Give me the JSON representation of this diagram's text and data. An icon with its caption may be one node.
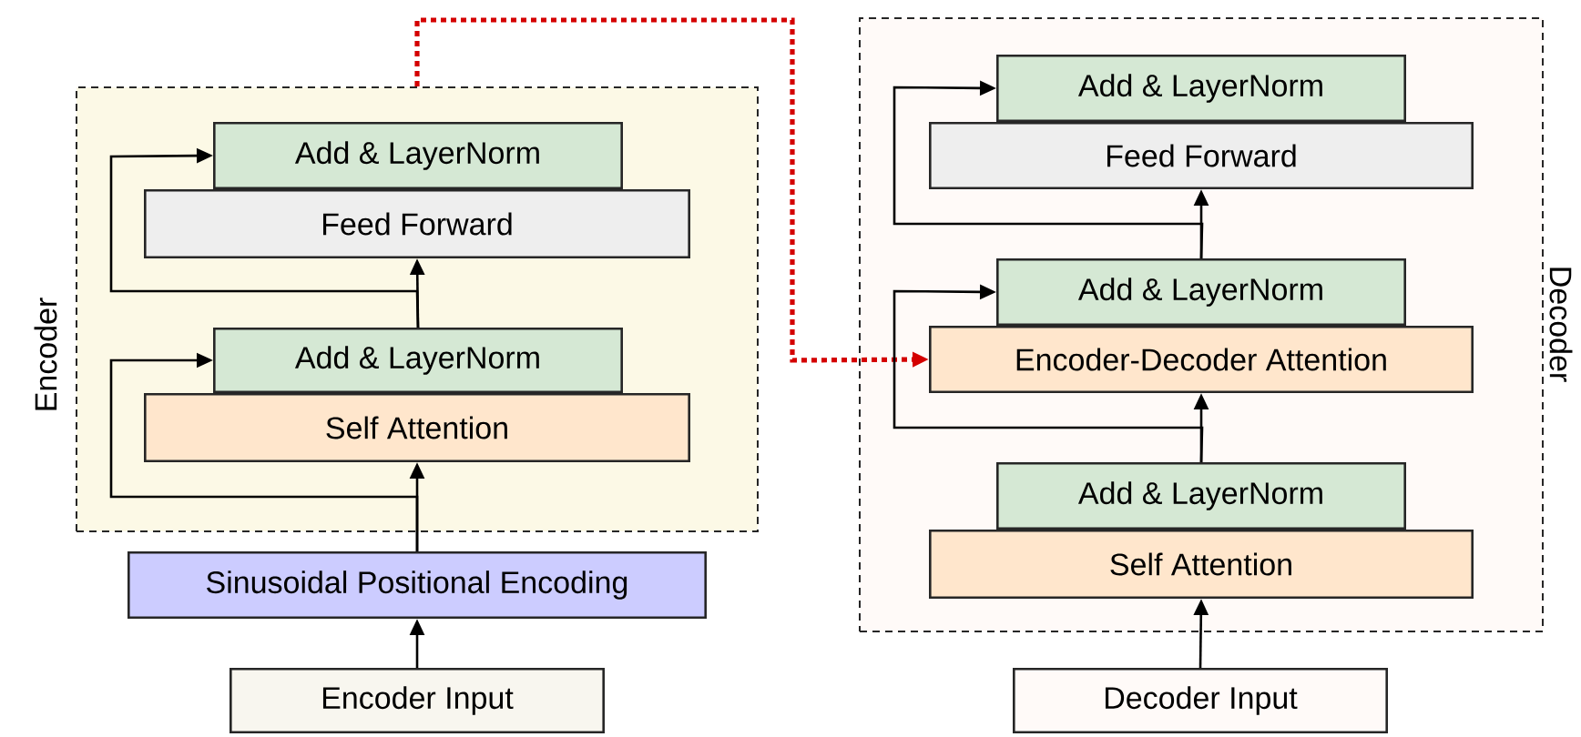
{
  "diagram": {
    "nodes": [
      {
        "text": [
          "Encoder"
        ]
      },
      {
        "text": [
          "Add & LayerNorm"
        ],
        "in": 0
      },
      {
        "text": [
          "Feed Forward"
        ],
        "in": 0
      },
      {
        "text": [
          "Add & LayerNorm"
        ],
        "in": 0
      },
      {
        "text": [
          "Self Attention"
        ],
        "in": 0
      },
      {
        "text": [
          "Sinusoidal Positional Encoding"
        ]
      },
      {
        "text": [
          "Encoder Input"
        ]
      },
      {
        "text": [
          "Decoder"
        ]
      },
      {
        "text": [
          "Add & LayerNorm"
        ],
        "in": 7
      },
      {
        "text": [
          "Feed Forward"
        ],
        "in": 7
      },
      {
        "text": [
          "Add & LayerNorm"
        ],
        "in": 7
      },
      {
        "text": [
          "Encoder-Decoder Attention"
        ],
        "in": 7
      },
      {
        "text": [
          "Add & LayerNorm"
        ],
        "in": 7
      },
      {
        "text": [
          "Self Attention"
        ],
        "in": 7
      },
      {
        "text": [
          "Decoder Input"
        ]
      }
    ],
    "edges": [
      {
        "from": 6,
        "to": 5,
        "arrow": "to"
      },
      {
        "from": 5,
        "to": 4,
        "arrow": "to"
      },
      {
        "from": 5,
        "to": 3,
        "arrow": "to"
      },
      {
        "from": 3,
        "to": 2,
        "arrow": "to"
      },
      {
        "from": 3,
        "to": 1,
        "arrow": "to"
      },
      {
        "from": 0,
        "to": 11,
        "arrow": "to",
        "style": "dashed",
        "color": "#d40000"
      },
      {
        "from": 14,
        "to": 13,
        "arrow": "to"
      },
      {
        "from": 12,
        "to": 11,
        "arrow": "to"
      },
      {
        "from": 12,
        "to": 10,
        "arrow": "to"
      },
      {
        "from": 10,
        "to": 9,
        "arrow": "to"
      },
      {
        "from": 10,
        "to": 8,
        "arrow": "to"
      }
    ]
  }
}
